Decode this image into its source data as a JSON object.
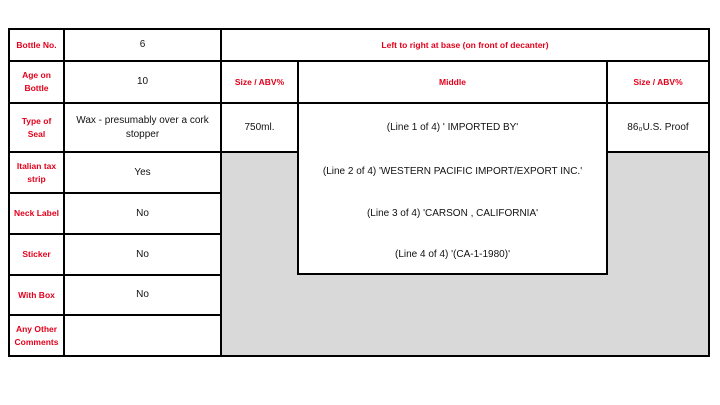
{
  "left_table": {
    "rows": [
      {
        "label": "Bottle No.",
        "value": "6"
      },
      {
        "label": "Age on Bottle",
        "value": "10"
      },
      {
        "label": "Type of Seal",
        "value": "Wax - presumably over a cork stopper"
      },
      {
        "label": "Italian tax strip",
        "value": "Yes"
      },
      {
        "label": "Neck Label",
        "value": "No"
      },
      {
        "label": "Sticker",
        "value": "No"
      },
      {
        "label": "With Box",
        "value": "No"
      },
      {
        "label": "Any Other Comments",
        "value": ""
      }
    ]
  },
  "right_table": {
    "title": "Left to right at base (on front of decanter)",
    "headers": {
      "left": "Size / ABV%",
      "middle": "Middle",
      "right": "Size / ABV%"
    },
    "size_left": "750ml.",
    "size_right": "86₀U.S. Proof",
    "middle_lines": [
      "(Line 1 of 4) ' IMPORTED BY'",
      "(Line 2 of 4) 'WESTERN PACIFIC IMPORT/EXPORT INC.'",
      "(Line 3 of 4) 'CARSON , CALIFORNIA'",
      "(Line 4 of 4) '(CA-1-1980)'"
    ]
  }
}
